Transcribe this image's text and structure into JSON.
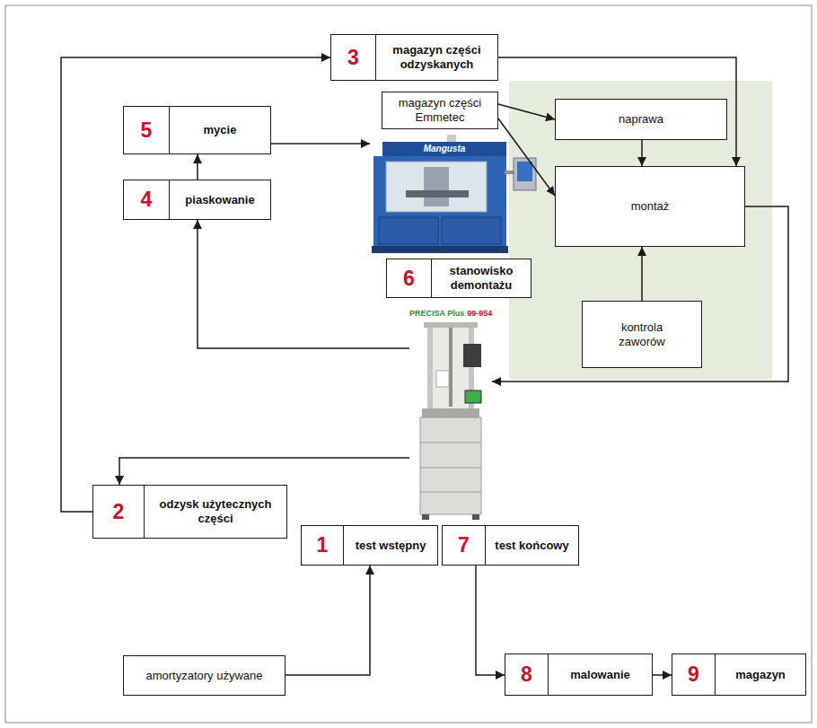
{
  "diagram": {
    "nodes": [
      {
        "text": [
          "3",
          "magazyn części odzyskanych"
        ]
      },
      {
        "text": [
          "magazyn części Emmetec"
        ]
      },
      {
        "text": [
          "naprawa"
        ]
      },
      {
        "text": [
          "Mangusta"
        ]
      },
      {
        "text": [
          "5",
          "mycie"
        ]
      },
      {
        "text": [
          "montaż"
        ]
      },
      {
        "text": [
          "4",
          "piaskowanie"
        ]
      },
      {
        "text": [
          "6",
          "stanowisko demontażu"
        ]
      },
      {
        "text": [
          "kontrola zaworów"
        ]
      },
      {
        "text": [
          "PRECISA Plus",
          "99-954"
        ]
      },
      {
        "text": [
          "2",
          "odzysk użytecznych części"
        ]
      },
      {
        "text": [
          "1",
          "test wstępny"
        ]
      },
      {
        "text": [
          "7",
          "test końcowy"
        ]
      },
      {
        "text": [
          "amortyzatory używane"
        ]
      },
      {
        "text": [
          "8",
          "malowanie"
        ]
      },
      {
        "text": [
          "9",
          "magazyn"
        ]
      }
    ],
    "edges": [
      {
        "from": 13,
        "to": 11,
        "arrow": "to"
      },
      {
        "from": 9,
        "to": 6,
        "arrow": "to"
      },
      {
        "from": 9,
        "to": 10,
        "arrow": "to"
      },
      {
        "from": 10,
        "to": 0,
        "arrow": "to"
      },
      {
        "from": 0,
        "to": 5,
        "arrow": "to"
      },
      {
        "from": 1,
        "to": 2,
        "arrow": "to"
      },
      {
        "from": 1,
        "to": 5,
        "arrow": "to"
      },
      {
        "from": 2,
        "to": 5,
        "arrow": "to"
      },
      {
        "from": 8,
        "to": 5,
        "arrow": "to"
      },
      {
        "from": 5,
        "to": 9,
        "arrow": "to"
      },
      {
        "from": 6,
        "to": 4,
        "arrow": "to"
      },
      {
        "from": 4,
        "to": 3,
        "arrow": "to"
      },
      {
        "from": 12,
        "to": 14,
        "arrow": "to"
      },
      {
        "from": 14,
        "to": 15,
        "arrow": "to"
      }
    ]
  }
}
